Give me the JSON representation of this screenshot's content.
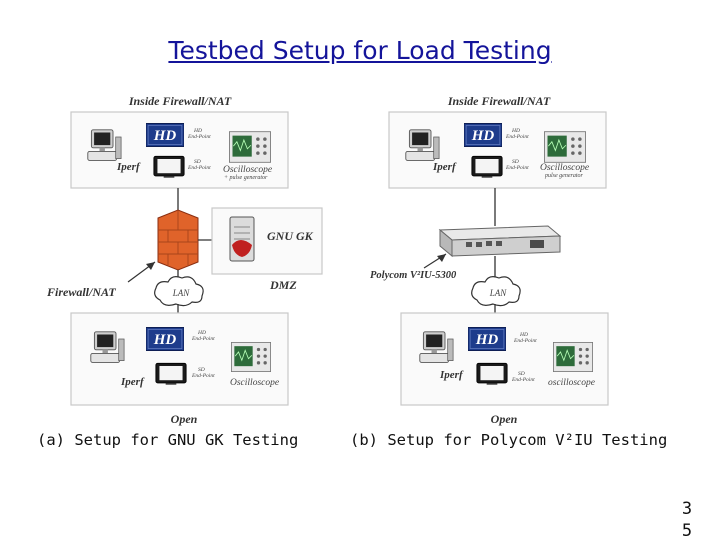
{
  "slide": {
    "title": "Testbed Setup for Load Testing",
    "page_number": "35"
  },
  "left_diagram": {
    "top_label": "Inside Firewall/NAT",
    "hd_badge": "HD",
    "hd_endpoint_label": "HD End-Point",
    "sd_endpoint_label": "SD End-Point",
    "iperf_label": "Iperf",
    "top_oscilloscope_label": "Oscilloscope + pulse generator",
    "gk_label": "GNU GK",
    "firewall_label": "Firewall/NAT",
    "lan_label": "LAN",
    "dmz_label": "DMZ",
    "bottom_hd_badge": "HD",
    "bottom_hd_endpoint_label": "HD End-Point",
    "bottom_sd_endpoint_label": "SD End-Point",
    "bottom_iperf_label": "Iperf",
    "bottom_oscilloscope_label": "Oscilloscope",
    "open_label": "Open",
    "caption": "(a) Setup for GNU GK Testing"
  },
  "right_diagram": {
    "top_label": "Inside Firewall/NAT",
    "hd_badge": "HD",
    "hd_endpoint_label": "HD End-Point",
    "sd_endpoint_label": "SD End-Point",
    "iperf_label": "Iperf",
    "top_oscilloscope_label": "Oscilloscope + pulse generator",
    "v2iu_label": "Polycom V²IU-5300",
    "lan_label": "LAN",
    "bottom_hd_badge": "HD",
    "bottom_hd_endpoint_label": "HD End-Point",
    "bottom_sd_endpoint_label": "SD End-Point",
    "bottom_iperf_label": "Iperf",
    "bottom_oscilloscope_label": "oscilloscope",
    "open_label": "Open",
    "caption": "(b) Setup for Polycom V²IU Testing"
  },
  "colors": {
    "title": "#14149a",
    "hd_badge": "#1e3c8c",
    "firewall": "#e0632a",
    "box_border": "#c8c8c8"
  }
}
